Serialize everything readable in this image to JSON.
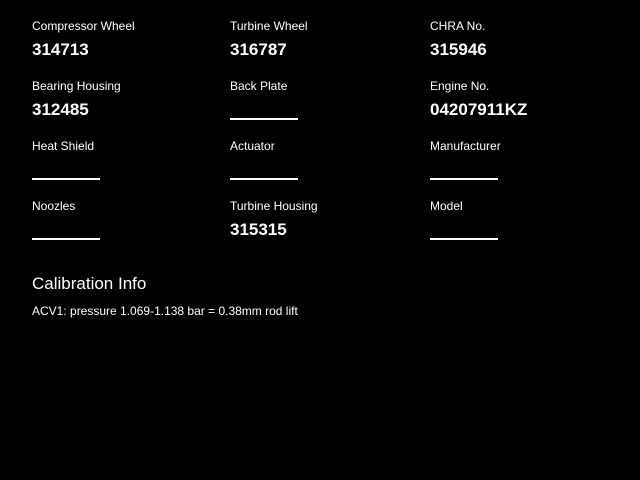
{
  "fields": [
    {
      "label": "Compressor Wheel",
      "value": "314713"
    },
    {
      "label": "Turbine Wheel",
      "value": "316787"
    },
    {
      "label": "CHRA No.",
      "value": "315946"
    },
    {
      "label": "Bearing Housing",
      "value": "312485"
    },
    {
      "label": "Back Plate",
      "value": ""
    },
    {
      "label": "Engine No.",
      "value": "04207911KZ"
    },
    {
      "label": "Heat Shield",
      "value": ""
    },
    {
      "label": "Actuator",
      "value": ""
    },
    {
      "label": "Manufacturer",
      "value": ""
    },
    {
      "label": "Noozles",
      "value": ""
    },
    {
      "label": "Turbine Housing",
      "value": "315315"
    },
    {
      "label": "Model",
      "value": ""
    }
  ],
  "calibration": {
    "title": "Calibration Info",
    "line1": "ACV1: pressure 1.069-1.138 bar = 0.38mm rod lift"
  },
  "colors": {
    "background": "#000000",
    "text": "#ffffff"
  }
}
